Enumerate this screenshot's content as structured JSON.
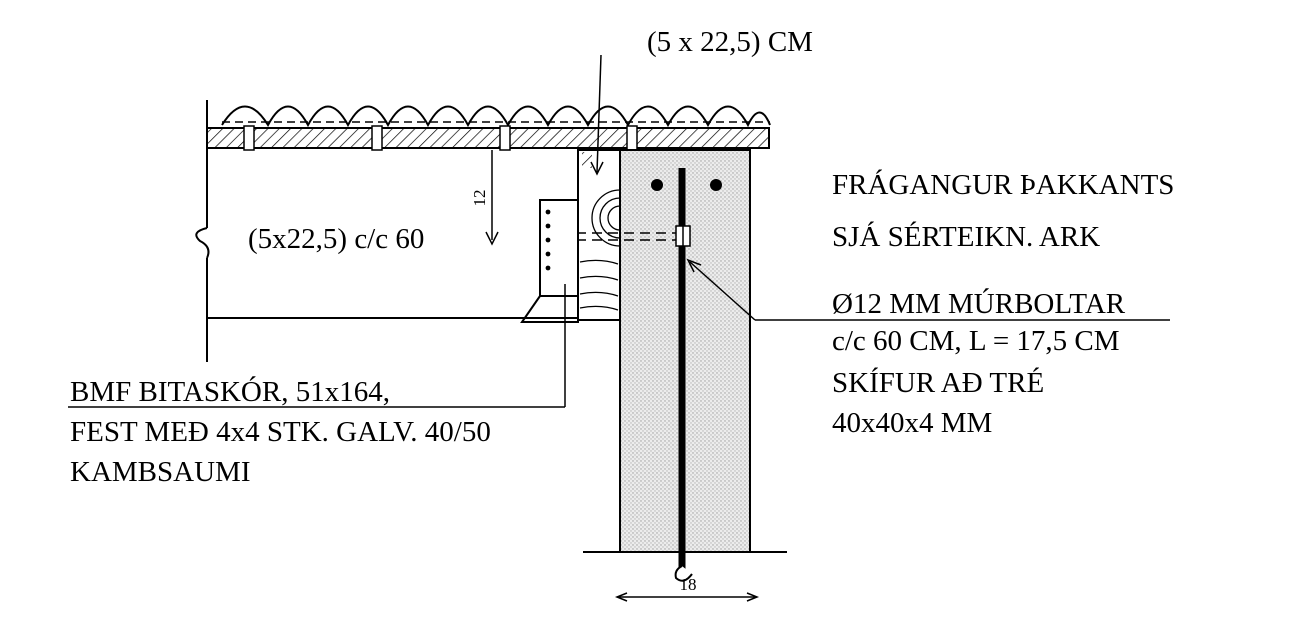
{
  "title_beam_size": "(5 x 22,5) CM",
  "dimension_height": "12",
  "beam_spec": "(5x22,5) c/c 60",
  "dimension_width": "18",
  "eave_note": {
    "line1": "FRÁGANGUR ÞAKKANTS",
    "line2": "SJÁ SÉRTEIKN. ARK"
  },
  "bolt_note": {
    "line1": "Ø12 MM MÚRBOLTAR",
    "line2": "c/c 60 CM, L = 17,5 CM",
    "line3": "SKÍFUR AÐ TRÉ",
    "line4": "40x40x4 MM"
  },
  "hanger_note": {
    "line1": "BMF BITASKÓR, 51x164,",
    "line2": "FEST MEÐ 4x4 STK. GALV. 40/50",
    "line3": "KAMBSAUMI"
  }
}
